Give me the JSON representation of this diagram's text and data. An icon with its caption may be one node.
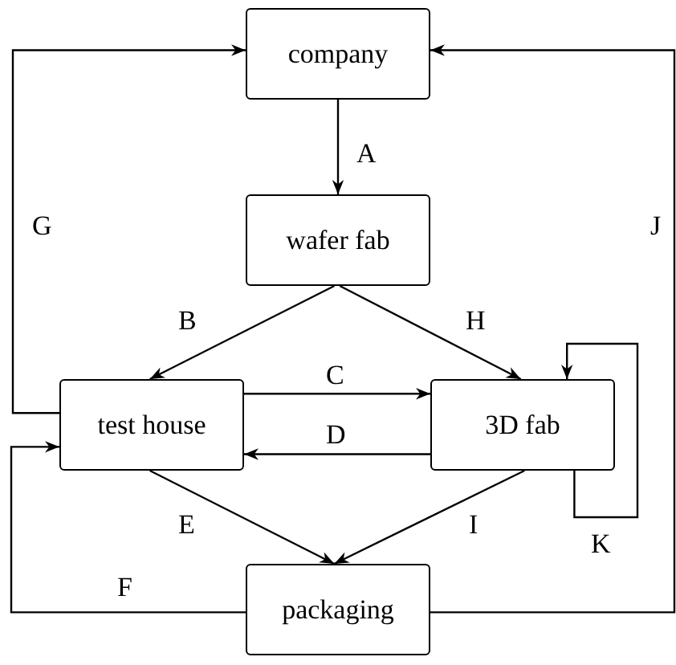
{
  "diagram": {
    "nodes": [
      {
        "text": [
          "company"
        ]
      },
      {
        "text": [
          "wafer fab"
        ]
      },
      {
        "text": [
          "test house"
        ]
      },
      {
        "text": [
          "3D fab"
        ]
      },
      {
        "text": [
          "packaging"
        ]
      }
    ],
    "edges": [
      {
        "from": 0,
        "to": 1,
        "arrow": "to",
        "label": "A"
      },
      {
        "from": 1,
        "to": 2,
        "arrow": "to",
        "label": "B"
      },
      {
        "from": 2,
        "to": 3,
        "arrow": "to",
        "label": "C"
      },
      {
        "from": 3,
        "to": 2,
        "arrow": "to",
        "label": "D"
      },
      {
        "from": 2,
        "to": 4,
        "arrow": "to",
        "label": "E"
      },
      {
        "from": 4,
        "to": 2,
        "arrow": "to",
        "label": "F"
      },
      {
        "from": 2,
        "to": 0,
        "arrow": "to",
        "label": "G"
      },
      {
        "from": 1,
        "to": 3,
        "arrow": "to",
        "label": "H"
      },
      {
        "from": 3,
        "to": 4,
        "arrow": "to",
        "label": "I"
      },
      {
        "from": 4,
        "to": 0,
        "arrow": "to",
        "label": "J"
      },
      {
        "from": 3,
        "to": 3,
        "arrow": "to",
        "label": "K"
      }
    ]
  }
}
